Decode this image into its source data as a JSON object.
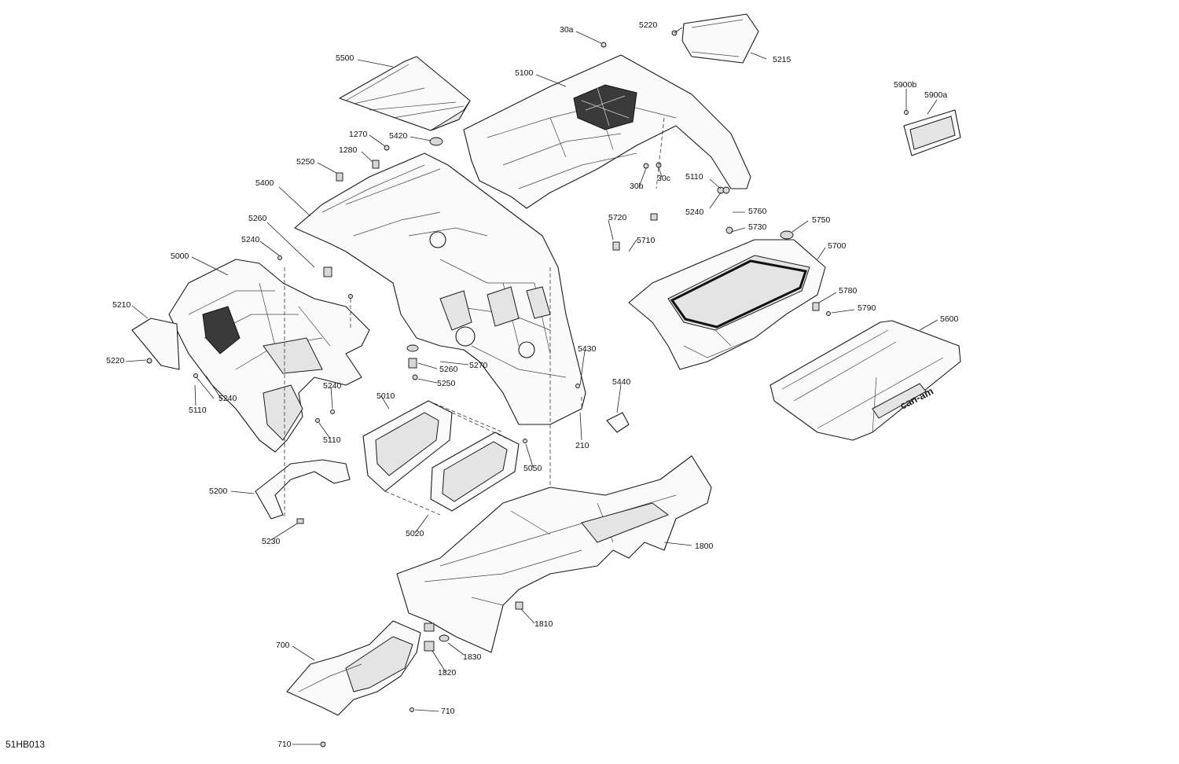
{
  "diagram": {
    "code": "51HB013",
    "callouts": [
      {
        "id": "c30a",
        "text": "30a"
      },
      {
        "id": "c5220a",
        "text": "5220"
      },
      {
        "id": "c5215",
        "text": "5215"
      },
      {
        "id": "c5500",
        "text": "5500"
      },
      {
        "id": "c5100",
        "text": "5100"
      },
      {
        "id": "c5900b",
        "text": "5900b"
      },
      {
        "id": "c5900a",
        "text": "5900a"
      },
      {
        "id": "c1270",
        "text": "1270"
      },
      {
        "id": "c5420",
        "text": "5420"
      },
      {
        "id": "c1280",
        "text": "1280"
      },
      {
        "id": "c5250a",
        "text": "5250"
      },
      {
        "id": "c30b",
        "text": "30b"
      },
      {
        "id": "c30c",
        "text": "30c"
      },
      {
        "id": "c5110a",
        "text": "5110"
      },
      {
        "id": "c5240a",
        "text": "5240"
      },
      {
        "id": "c5400",
        "text": "5400"
      },
      {
        "id": "c5760",
        "text": "5760"
      },
      {
        "id": "c5720",
        "text": "5720"
      },
      {
        "id": "c5750",
        "text": "5750"
      },
      {
        "id": "c5730",
        "text": "5730"
      },
      {
        "id": "c5260a",
        "text": "5260"
      },
      {
        "id": "c5710",
        "text": "5710"
      },
      {
        "id": "c5240b",
        "text": "5240"
      },
      {
        "id": "c5700",
        "text": "5700"
      },
      {
        "id": "c5000",
        "text": "5000"
      },
      {
        "id": "c5780",
        "text": "5780"
      },
      {
        "id": "c5790",
        "text": "5790"
      },
      {
        "id": "c5210",
        "text": "5210"
      },
      {
        "id": "c5600",
        "text": "5600"
      },
      {
        "id": "c5430",
        "text": "5430"
      },
      {
        "id": "c5220b",
        "text": "5220"
      },
      {
        "id": "c5260b",
        "text": "5260"
      },
      {
        "id": "c5270",
        "text": "5270"
      },
      {
        "id": "c5250b",
        "text": "5250"
      },
      {
        "id": "c5440",
        "text": "5440"
      },
      {
        "id": "c5240c",
        "text": "5240"
      },
      {
        "id": "c5240d",
        "text": "5240"
      },
      {
        "id": "c5010",
        "text": "5010"
      },
      {
        "id": "c5110b",
        "text": "5110"
      },
      {
        "id": "c210",
        "text": "210"
      },
      {
        "id": "c5110c",
        "text": "5110"
      },
      {
        "id": "c5050",
        "text": "5050"
      },
      {
        "id": "c5200",
        "text": "5200"
      },
      {
        "id": "c5020",
        "text": "5020"
      },
      {
        "id": "c5230",
        "text": "5230"
      },
      {
        "id": "c1800",
        "text": "1800"
      },
      {
        "id": "c1810",
        "text": "1810"
      },
      {
        "id": "c700",
        "text": "700"
      },
      {
        "id": "c1830",
        "text": "1830"
      },
      {
        "id": "c1820",
        "text": "1820"
      },
      {
        "id": "c710a",
        "text": "710"
      },
      {
        "id": "c710b",
        "text": "710"
      }
    ],
    "brand_mark": "can-am"
  }
}
